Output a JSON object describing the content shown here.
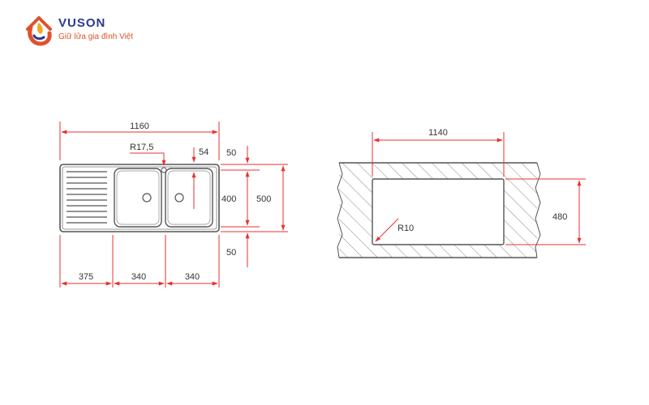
{
  "brand": {
    "name": "VUSON",
    "tagline": "Giữ lửa gia đình Việt"
  },
  "colors": {
    "outline": "#555555",
    "dimension": "#e8312f",
    "hatch": "#888888",
    "brand_blue": "#2b3a8c",
    "brand_orange": "#e0512b"
  },
  "sink_drawing": {
    "overall_width": "1160",
    "drain_radius": "R17,5",
    "drain_offset": "54",
    "top_margin": "50",
    "bowl_depth": "400",
    "overall_depth": "500",
    "bottom_margin": "50",
    "drainboard_width": "375",
    "bowl1_width": "340",
    "bowl2_width": "340"
  },
  "cutout_drawing": {
    "cutout_width": "1140",
    "cutout_depth": "480",
    "corner_radius": "R10"
  }
}
